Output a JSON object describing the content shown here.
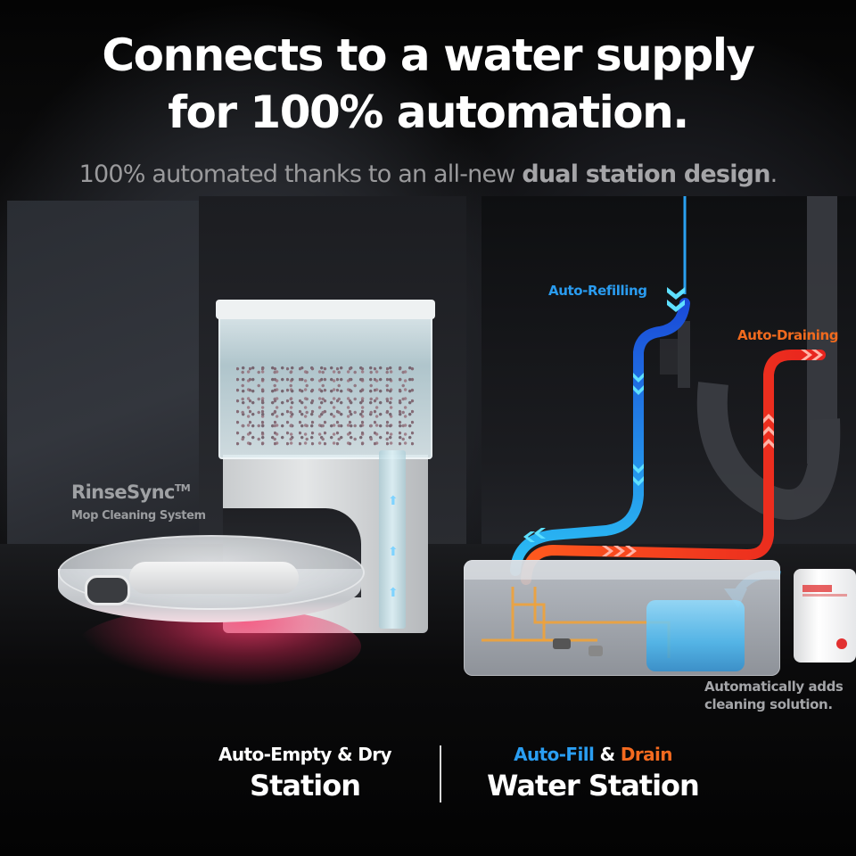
{
  "header": {
    "headline_line1": "Connects to a water supply",
    "headline_line2": "for 100% automation.",
    "subline_regular": "100% automated thanks to an all-new ",
    "subline_bold": "dual station design",
    "subline_end": "."
  },
  "labels": {
    "rinsesync": "RinseSync",
    "rinsesync_mark": "TM",
    "mop_system": "Mop Cleaning System",
    "auto_refilling": "Auto-Refilling",
    "auto_draining": "Auto-Draining",
    "adds_line1": "Automatically adds",
    "adds_line2": "cleaning solution."
  },
  "captions": {
    "left": {
      "small": "Auto-Empty & Dry",
      "big": "Station"
    },
    "right": {
      "small_blue": "Auto-Fill",
      "small_mid": " & ",
      "small_orange": "Drain",
      "big": "Water Station"
    }
  },
  "icons": {
    "tube_arrow": "⬆",
    "chevron_down": "⌄"
  },
  "colors": {
    "background": "#050505",
    "refill_blue": "#2a9ef2",
    "drain_orange": "#f46a1f",
    "drain_red": "#ff3b2a",
    "glow_pink": "#ff3c6e",
    "caption_white": "#ffffff",
    "label_gray": "#9fa1a4"
  }
}
